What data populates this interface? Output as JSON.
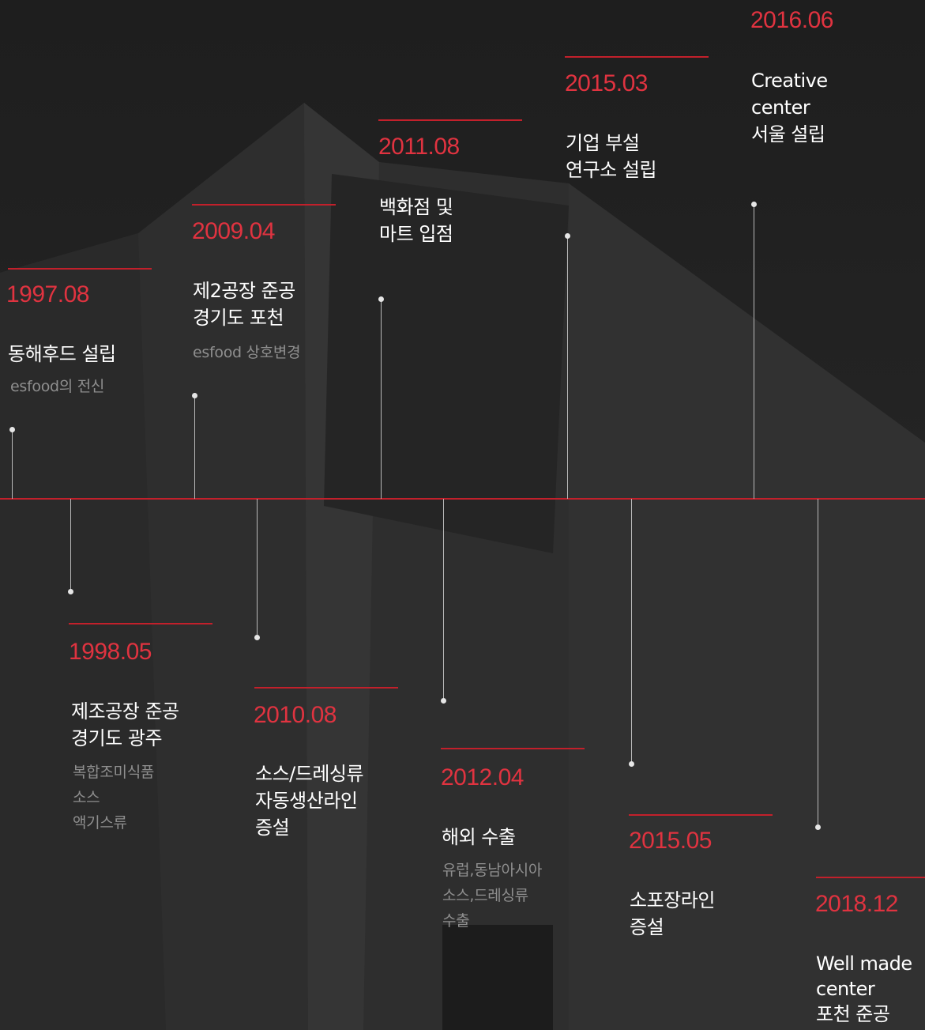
{
  "colors": {
    "accent": "#c2202b",
    "year": "#e03340",
    "background": "#242424",
    "title": "#ffffff",
    "subtitle": "#8f8f8f"
  },
  "timeline": {
    "events": [
      {
        "year": "1997.08",
        "title": [
          "동해후드 설립"
        ],
        "sub": [
          "esfood의 전신"
        ]
      },
      {
        "year": "1998.05",
        "title": [
          "제조공장 준공",
          "경기도 광주"
        ],
        "sub": [
          "복합조미식품",
          "소스",
          "액기스류"
        ]
      },
      {
        "year": "2009.04",
        "title": [
          "제2공장 준공",
          "경기도 포천"
        ],
        "sub": [
          "esfood 상호변경"
        ]
      },
      {
        "year": "2010.08",
        "title": [
          "소스/드레싱류",
          "자동생산라인",
          "증설"
        ],
        "sub": []
      },
      {
        "year": "2011.08",
        "title": [
          "백화점 및",
          "마트 입점"
        ],
        "sub": []
      },
      {
        "year": "2012.04",
        "title": [
          "해외 수출"
        ],
        "sub": [
          "유럽,동남아시아",
          "소스,드레싱류",
          "수출"
        ]
      },
      {
        "year": "2015.03",
        "title": [
          "기업 부설",
          "연구소 설립"
        ],
        "sub": []
      },
      {
        "year": "2015.05",
        "title": [
          "소포장라인",
          "증설"
        ],
        "sub": []
      },
      {
        "year": "2016.06",
        "title": [
          "Creative",
          "center",
          "서울 설립"
        ],
        "sub": []
      },
      {
        "year": "2018.12",
        "title": [
          "Well made",
          "center",
          "포천 준공"
        ],
        "sub": []
      }
    ]
  }
}
